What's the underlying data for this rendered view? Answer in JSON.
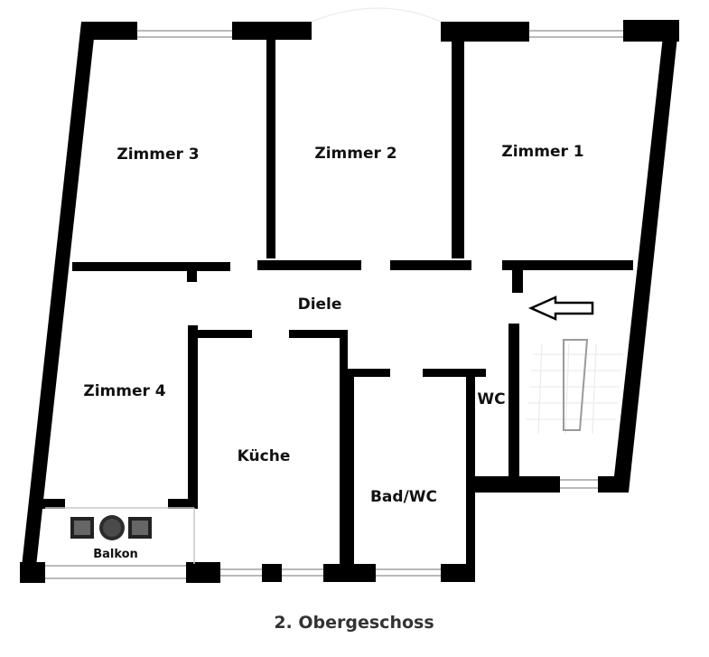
{
  "plan": {
    "rooms": {
      "zimmer3": "Zimmer 3",
      "zimmer2": "Zimmer 2",
      "zimmer1": "Zimmer 1",
      "diele": "Diele",
      "zimmer4": "Zimmer 4",
      "kueche": "Küche",
      "badwc": "Bad/WC",
      "wc": "WC",
      "balkon": "Balkon"
    },
    "title": "2. Obergeschoss"
  }
}
